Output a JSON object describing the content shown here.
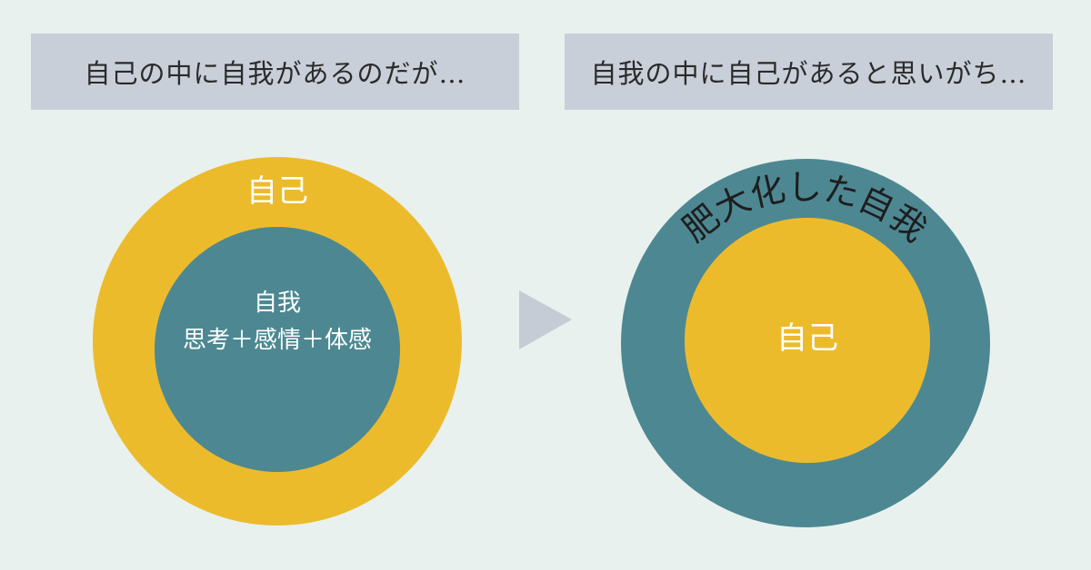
{
  "left": {
    "caption": "自己の中に自我があるのだが…",
    "outer_label": "自己",
    "inner_title": "自我",
    "inner_subtitle": "思考＋感情＋体感"
  },
  "right": {
    "caption": "自我の中に自己があると思いがち…",
    "outer_label": "肥大化した自我",
    "inner_label": "自己"
  },
  "colors": {
    "background": "#e9f1ee",
    "caption_box": "#c8cfd9",
    "gold": "#ecbb2c",
    "teal": "#4d8892",
    "arrow": "#c5ccd6",
    "text_dark": "#222222",
    "text_light": "#ffffff"
  },
  "arrow_icon": "triangle-right-icon"
}
